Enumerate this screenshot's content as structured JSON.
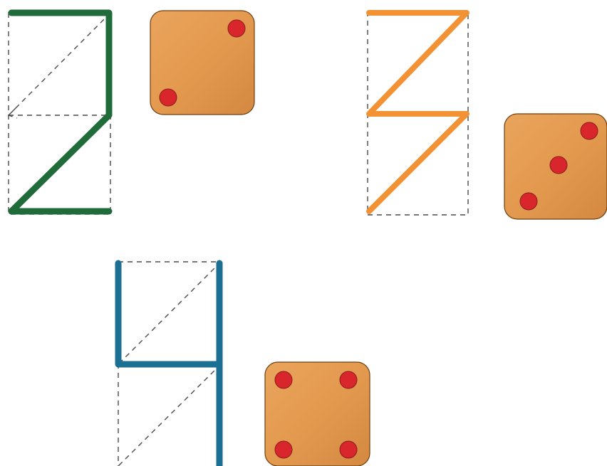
{
  "figures": [
    {
      "id": "two",
      "pips": 2,
      "color": "#1f6b3a"
    },
    {
      "id": "three",
      "pips": 3,
      "color": "#f39234"
    },
    {
      "id": "four",
      "pips": 4,
      "color": "#1a6f92"
    }
  ],
  "colors": {
    "die_face": "#e39a4f",
    "pip": "#d9262c",
    "guide": "#4a4a4a"
  }
}
